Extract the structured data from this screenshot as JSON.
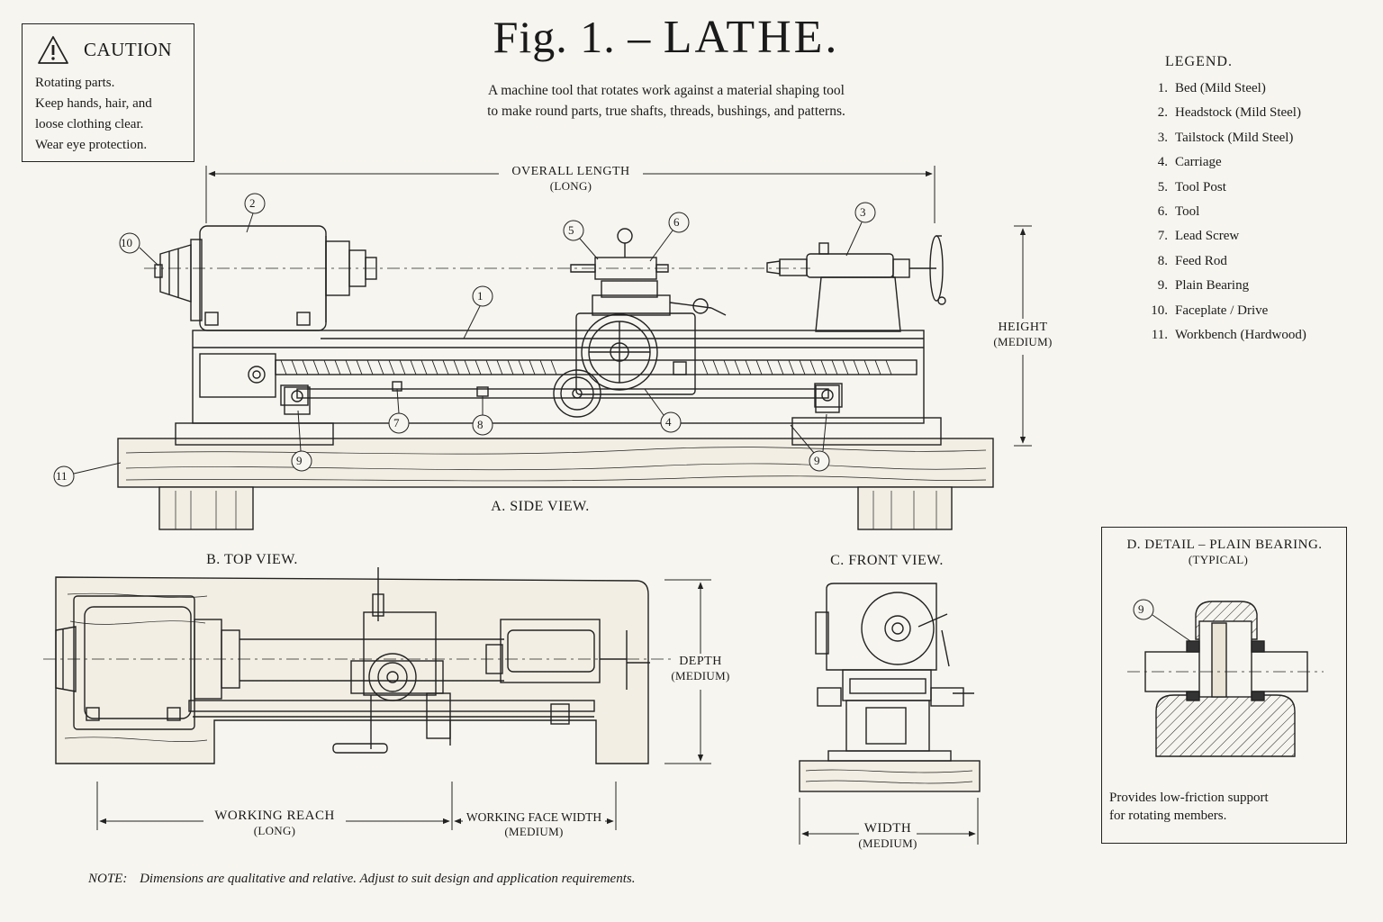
{
  "figure": {
    "prefix": "Fig. 1. –",
    "name": "LATHE."
  },
  "subtitle": {
    "line1": "A machine tool that rotates work against a material shaping tool",
    "line2": "to make round parts, true shafts, threads, bushings, and patterns."
  },
  "caution": {
    "heading": "CAUTION",
    "text": "Rotating parts.\nKeep hands, hair, and\nloose clothing clear.\nWear eye protection."
  },
  "legend": {
    "heading": "LEGEND.",
    "items": [
      {
        "n": "1.",
        "label": "Bed (Mild Steel)"
      },
      {
        "n": "2.",
        "label": "Headstock (Mild Steel)"
      },
      {
        "n": "3.",
        "label": "Tailstock (Mild Steel)"
      },
      {
        "n": "4.",
        "label": "Carriage"
      },
      {
        "n": "5.",
        "label": "Tool Post"
      },
      {
        "n": "6.",
        "label": "Tool"
      },
      {
        "n": "7.",
        "label": "Lead Screw"
      },
      {
        "n": "8.",
        "label": "Feed Rod"
      },
      {
        "n": "9.",
        "label": "Plain Bearing"
      },
      {
        "n": "10.",
        "label": "Faceplate / Drive"
      },
      {
        "n": "11.",
        "label": "Workbench (Hardwood)"
      }
    ]
  },
  "views": {
    "side": "A.  SIDE VIEW.",
    "top": "B.  TOP VIEW.",
    "front": "C.  FRONT VIEW.",
    "detail": "D.  DETAIL – PLAIN BEARING.",
    "detail_sub": "(TYPICAL)"
  },
  "dims": {
    "overall_length": {
      "label": "OVERALL LENGTH",
      "qual": "(LONG)"
    },
    "height": {
      "label": "HEIGHT",
      "qual": "(MEDIUM)"
    },
    "depth": {
      "label": "DEPTH",
      "qual": "(MEDIUM)"
    },
    "working_reach": {
      "label": "WORKING REACH",
      "qual": "(LONG)"
    },
    "working_face": {
      "label": "WORKING FACE WIDTH",
      "qual": "(MEDIUM)"
    },
    "width": {
      "label": "WIDTH",
      "qual": "(MEDIUM)"
    }
  },
  "callouts": [
    "1",
    "2",
    "3",
    "4",
    "5",
    "6",
    "7",
    "8",
    "9",
    "10",
    "11",
    "9",
    "9"
  ],
  "detail_caption": "Provides low-friction support\nfor rotating members.",
  "note": {
    "key": "NOTE:",
    "text": "Dimensions are qualitative and relative.  Adjust to suit design and application requirements."
  }
}
